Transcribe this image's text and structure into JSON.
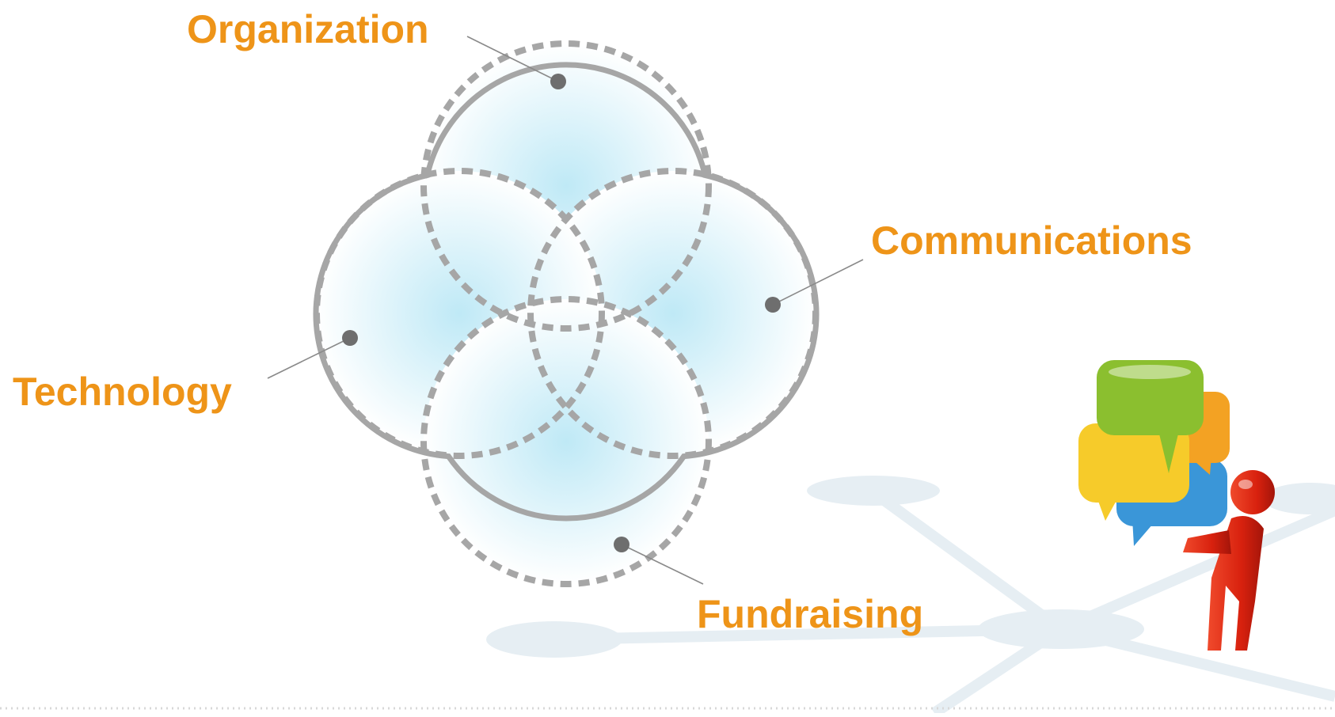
{
  "colors": {
    "label": "#EE9418",
    "circle_stroke": "#A6A6A6",
    "dot": "#6E6E6E",
    "fill_center": "#BFE9F6",
    "fill_edge": "#FFFFFF",
    "network_bg": "#E6EEF3",
    "person": "#E02A13",
    "bubble_green": "#8BBF2F",
    "bubble_orange": "#F3A223",
    "bubble_yellow": "#F6CB2A",
    "bubble_blue": "#3A96D8"
  },
  "diagram": {
    "labels": {
      "organization": "Organization",
      "communications": "Communications",
      "technology": "Technology",
      "fundraising": "Fundraising"
    }
  },
  "illustration": {
    "icon": "person-carrying-speech-bubbles-icon"
  }
}
